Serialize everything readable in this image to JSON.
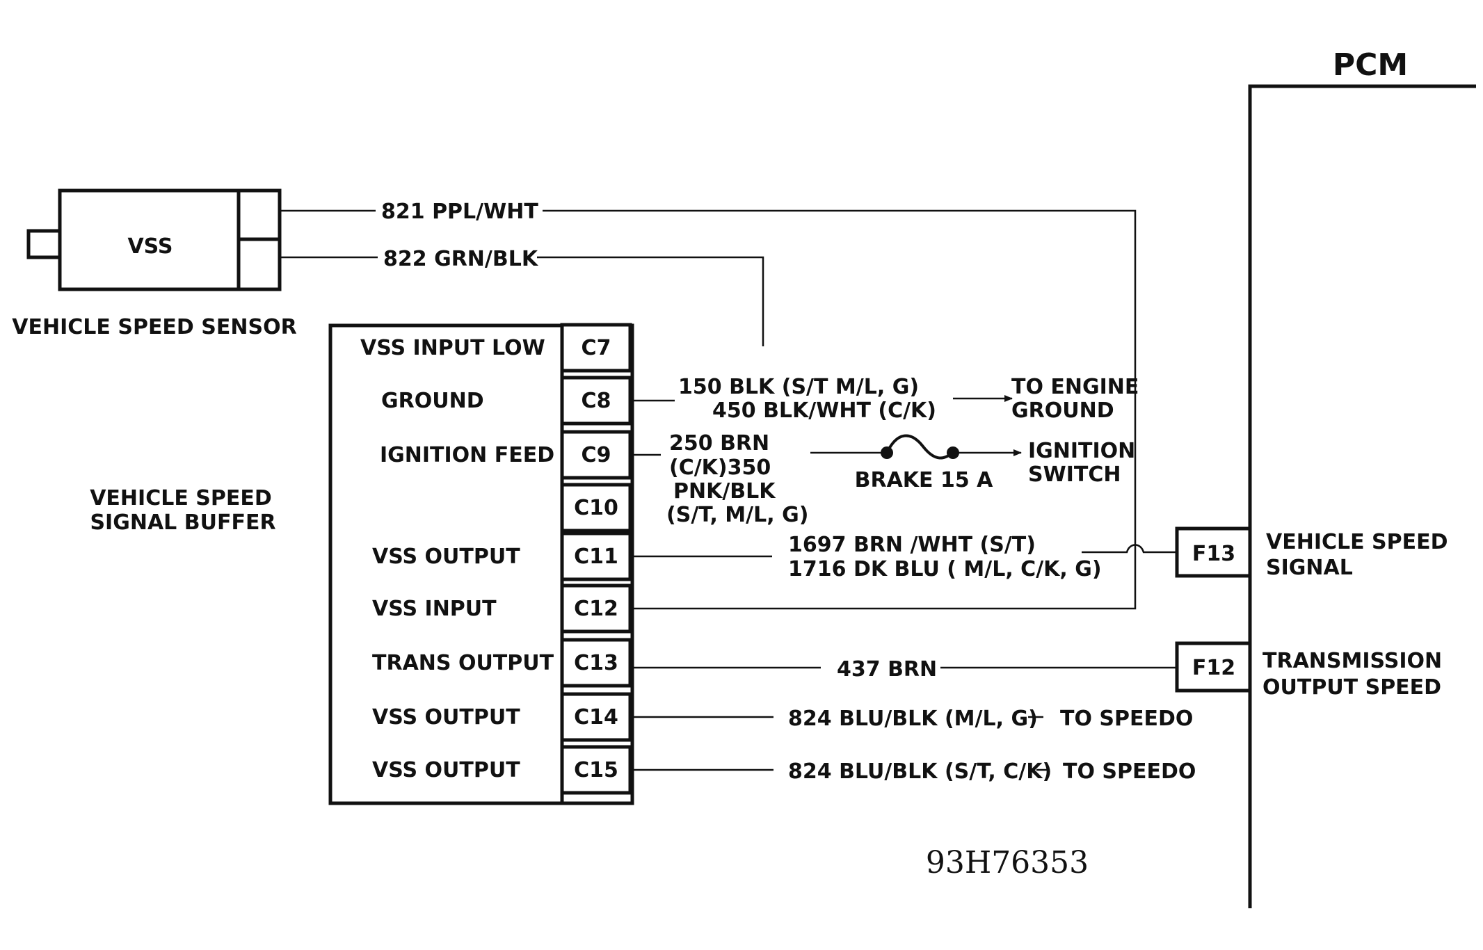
{
  "pcm": {
    "title": "PCM",
    "pins": [
      {
        "id": "F13",
        "label_line1": "VEHICLE SPEED",
        "label_line2": "SIGNAL"
      },
      {
        "id": "F12",
        "label_line1": "TRANSMISSION",
        "label_line2": "OUTPUT SPEED"
      }
    ]
  },
  "sensor": {
    "box_label": "VSS",
    "caption": "VEHICLE SPEED SENSOR"
  },
  "buffer": {
    "caption_line1": "VEHICLE SPEED",
    "caption_line2": "SIGNAL BUFFER",
    "rows": [
      {
        "label": "VSS INPUT LOW",
        "pin": "C7"
      },
      {
        "label": "GROUND",
        "pin": "C8"
      },
      {
        "label": "IGNITION FEED",
        "pin": "C9"
      },
      {
        "label": "",
        "pin": "C10"
      },
      {
        "label": "VSS OUTPUT",
        "pin": "C11"
      },
      {
        "label": "VSS INPUT",
        "pin": "C12"
      },
      {
        "label": "TRANS OUTPUT",
        "pin": "C13"
      },
      {
        "label": "VSS OUTPUT",
        "pin": "C14"
      },
      {
        "label": "VSS OUTPUT",
        "pin": "C15"
      }
    ]
  },
  "wires": {
    "w821": "821 PPL/WHT",
    "w822": "822 GRN/BLK",
    "ground_line1": "150 BLK (S/T M/L, G)",
    "ground_line2": "450 BLK/WHT (C/K)",
    "ground_dest_line1": "TO ENGINE",
    "ground_dest_line2": "GROUND",
    "ign_line1": "250 BRN",
    "ign_line2": "(C/K)350",
    "ign_line3": "PNK/BLK",
    "ign_line4": "(S/T, M/L, G)",
    "fuse": "BRAKE 15 A",
    "ign_dest_line1": "IGNITION",
    "ign_dest_line2": "SWITCH",
    "vss_out_line1": "1697 BRN /WHT (S/T)",
    "vss_out_line2": "1716 DK BLU ( M/L, C/K, G)",
    "trans": "437 BRN",
    "speedo1": "824 BLU/BLK (M/L, G)",
    "speedo1_dest": "TO SPEEDO",
    "speedo2": "824 BLU/BLK (S/T, C/K)",
    "speedo2_dest": "TO SPEEDO"
  },
  "figure_code": "93H76353"
}
